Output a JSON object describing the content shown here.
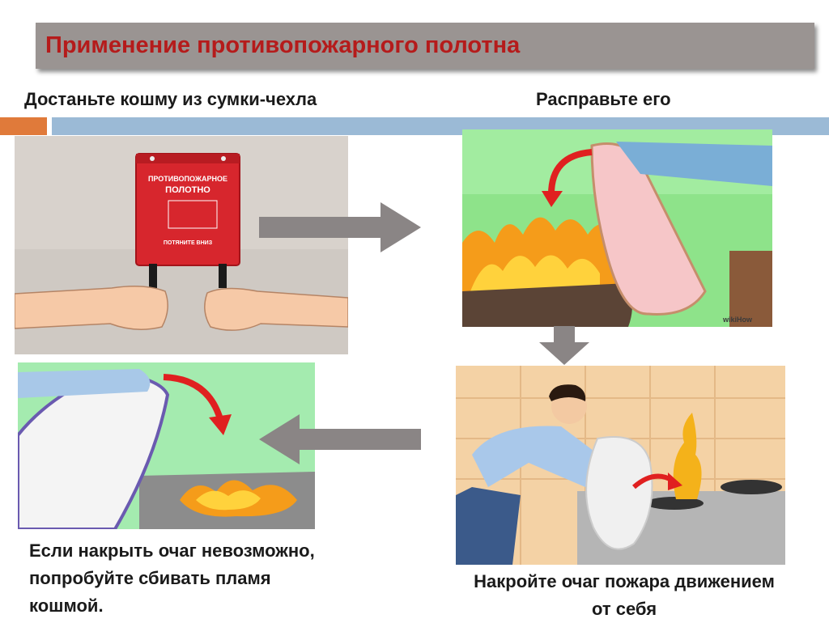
{
  "title": "Применение противопожарного полотна",
  "steps": [
    {
      "caption": "Достаньте кошму из сумки-чехла"
    },
    {
      "caption": "Расправьте его"
    },
    {
      "caption_line1": "Если накрыть очаг невозможно,",
      "caption_line2": "попробуйте сбивать пламя",
      "caption_line3": "кошмой."
    },
    {
      "caption_line1": "Накройте очаг пожара движением",
      "caption_line2": "от себя"
    }
  ],
  "bag": {
    "line1": "ПРОТИВОПОЖАРНОЕ",
    "line2": "ПОЛОТНО",
    "pull": "ПОТЯНИТЕ ВНИЗ"
  },
  "watermark": "wikiHow",
  "colors": {
    "title_text": "#b51b1b",
    "title_bar": "#9a9492",
    "accent_orange": "#e07a3a",
    "accent_blue": "#9bbad6",
    "arrow": "#8a8585",
    "red_arrow": "#e02020"
  }
}
